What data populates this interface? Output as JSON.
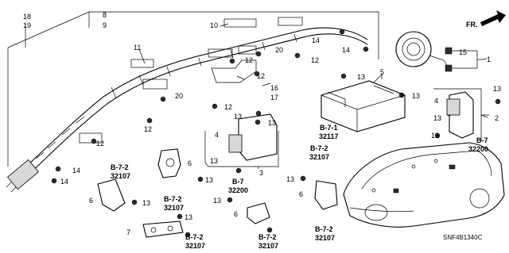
{
  "diagram_code": "SNF4B1340C",
  "direction_label": "FR.",
  "callouts": {
    "c18": "18",
    "c19": "19",
    "c8": "8",
    "c9": "9",
    "c10": "10",
    "c11": "11",
    "c20a": "20",
    "c20b": "20",
    "c14a": "14",
    "c14b": "14",
    "c14c": "14",
    "c14d": "14",
    "c12a": "12",
    "c12b": "12",
    "c12c": "12",
    "c12d": "12",
    "c12e": "12",
    "c12f": "12",
    "c16": "16",
    "c17": "17",
    "c13a": "13",
    "c13b": "13",
    "c13c": "13",
    "c13d": "13",
    "c13e": "13",
    "c13f": "13",
    "c13g": "13",
    "c13h": "13",
    "c13i": "13",
    "c13j": "13",
    "c13k": "13",
    "c13l": "13",
    "c13m": "13",
    "c15": "15",
    "c1": "1",
    "c5": "5",
    "c4a": "4",
    "c4b": "4",
    "c2": "2",
    "c3": "3",
    "c6a": "6",
    "c6b": "6",
    "c6c": "6",
    "c6d": "6",
    "c7": "7"
  },
  "refs": {
    "r1": {
      "code": "B-7-1",
      "num": "32117"
    },
    "r2": {
      "code": "B-7-2",
      "num": "32107"
    },
    "r3": {
      "code": "B-7",
      "num": "32200"
    },
    "r4": {
      "code": "B-7",
      "num": "32200"
    },
    "r5": {
      "code": "B-7-2",
      "num": "32107"
    },
    "r6": {
      "code": "B-7-2",
      "num": "32107"
    },
    "r7": {
      "code": "B-7-2",
      "num": "32107"
    },
    "r8": {
      "code": "B-7-2",
      "num": "32107"
    },
    "r9": {
      "code": "B-7-2",
      "num": "32107"
    }
  }
}
